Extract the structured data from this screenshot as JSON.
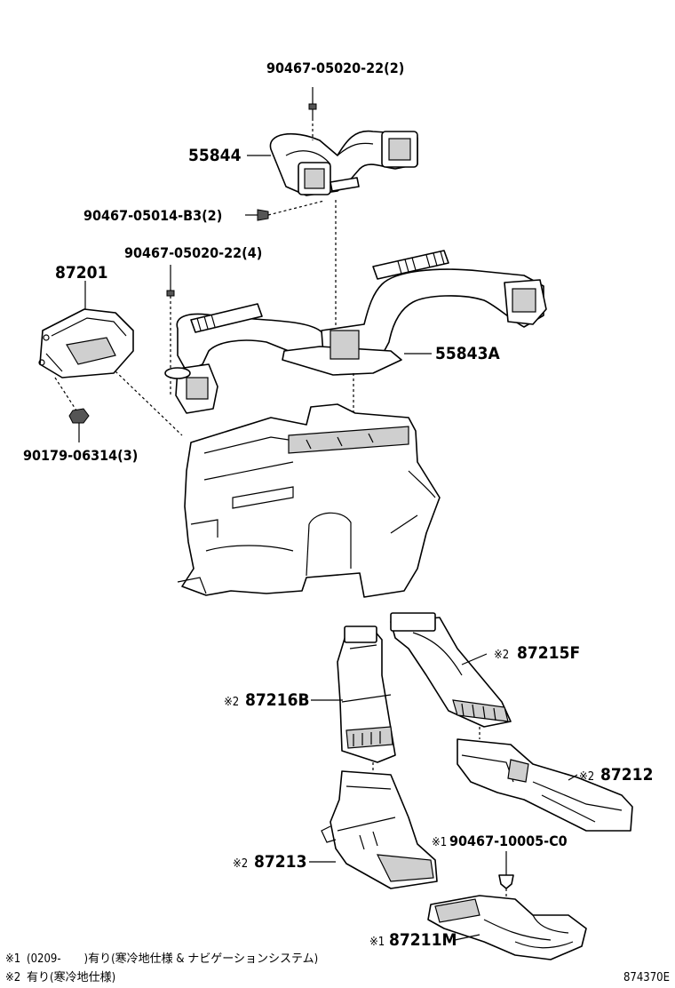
{
  "labels": {
    "screw_top": "90467-05020-22(2)",
    "duct_55844": "55844",
    "screw_b3": "90467-05014-B3(2)",
    "screw_4": "90467-05020-22(4)",
    "part_87201": "87201",
    "duct_55843a": "55843A",
    "nut": "90179-06314(3)",
    "duct_87215f": "87215F",
    "duct_87216b": "87216B",
    "duct_87212": "87212",
    "clip_c0": "90467-10005-C0",
    "duct_87213": "87213",
    "duct_87211m": "87211M"
  },
  "marks": {
    "mark1": "※1",
    "mark2": "※2"
  },
  "notes": {
    "note1_mark": "※1",
    "note1_text": "(0209-　　)有り(寒冷地仕様 & ナビゲーションシステム)",
    "note2_mark": "※2",
    "note2_text": "有り(寒冷地仕様)"
  },
  "catalog_id": "874370E"
}
